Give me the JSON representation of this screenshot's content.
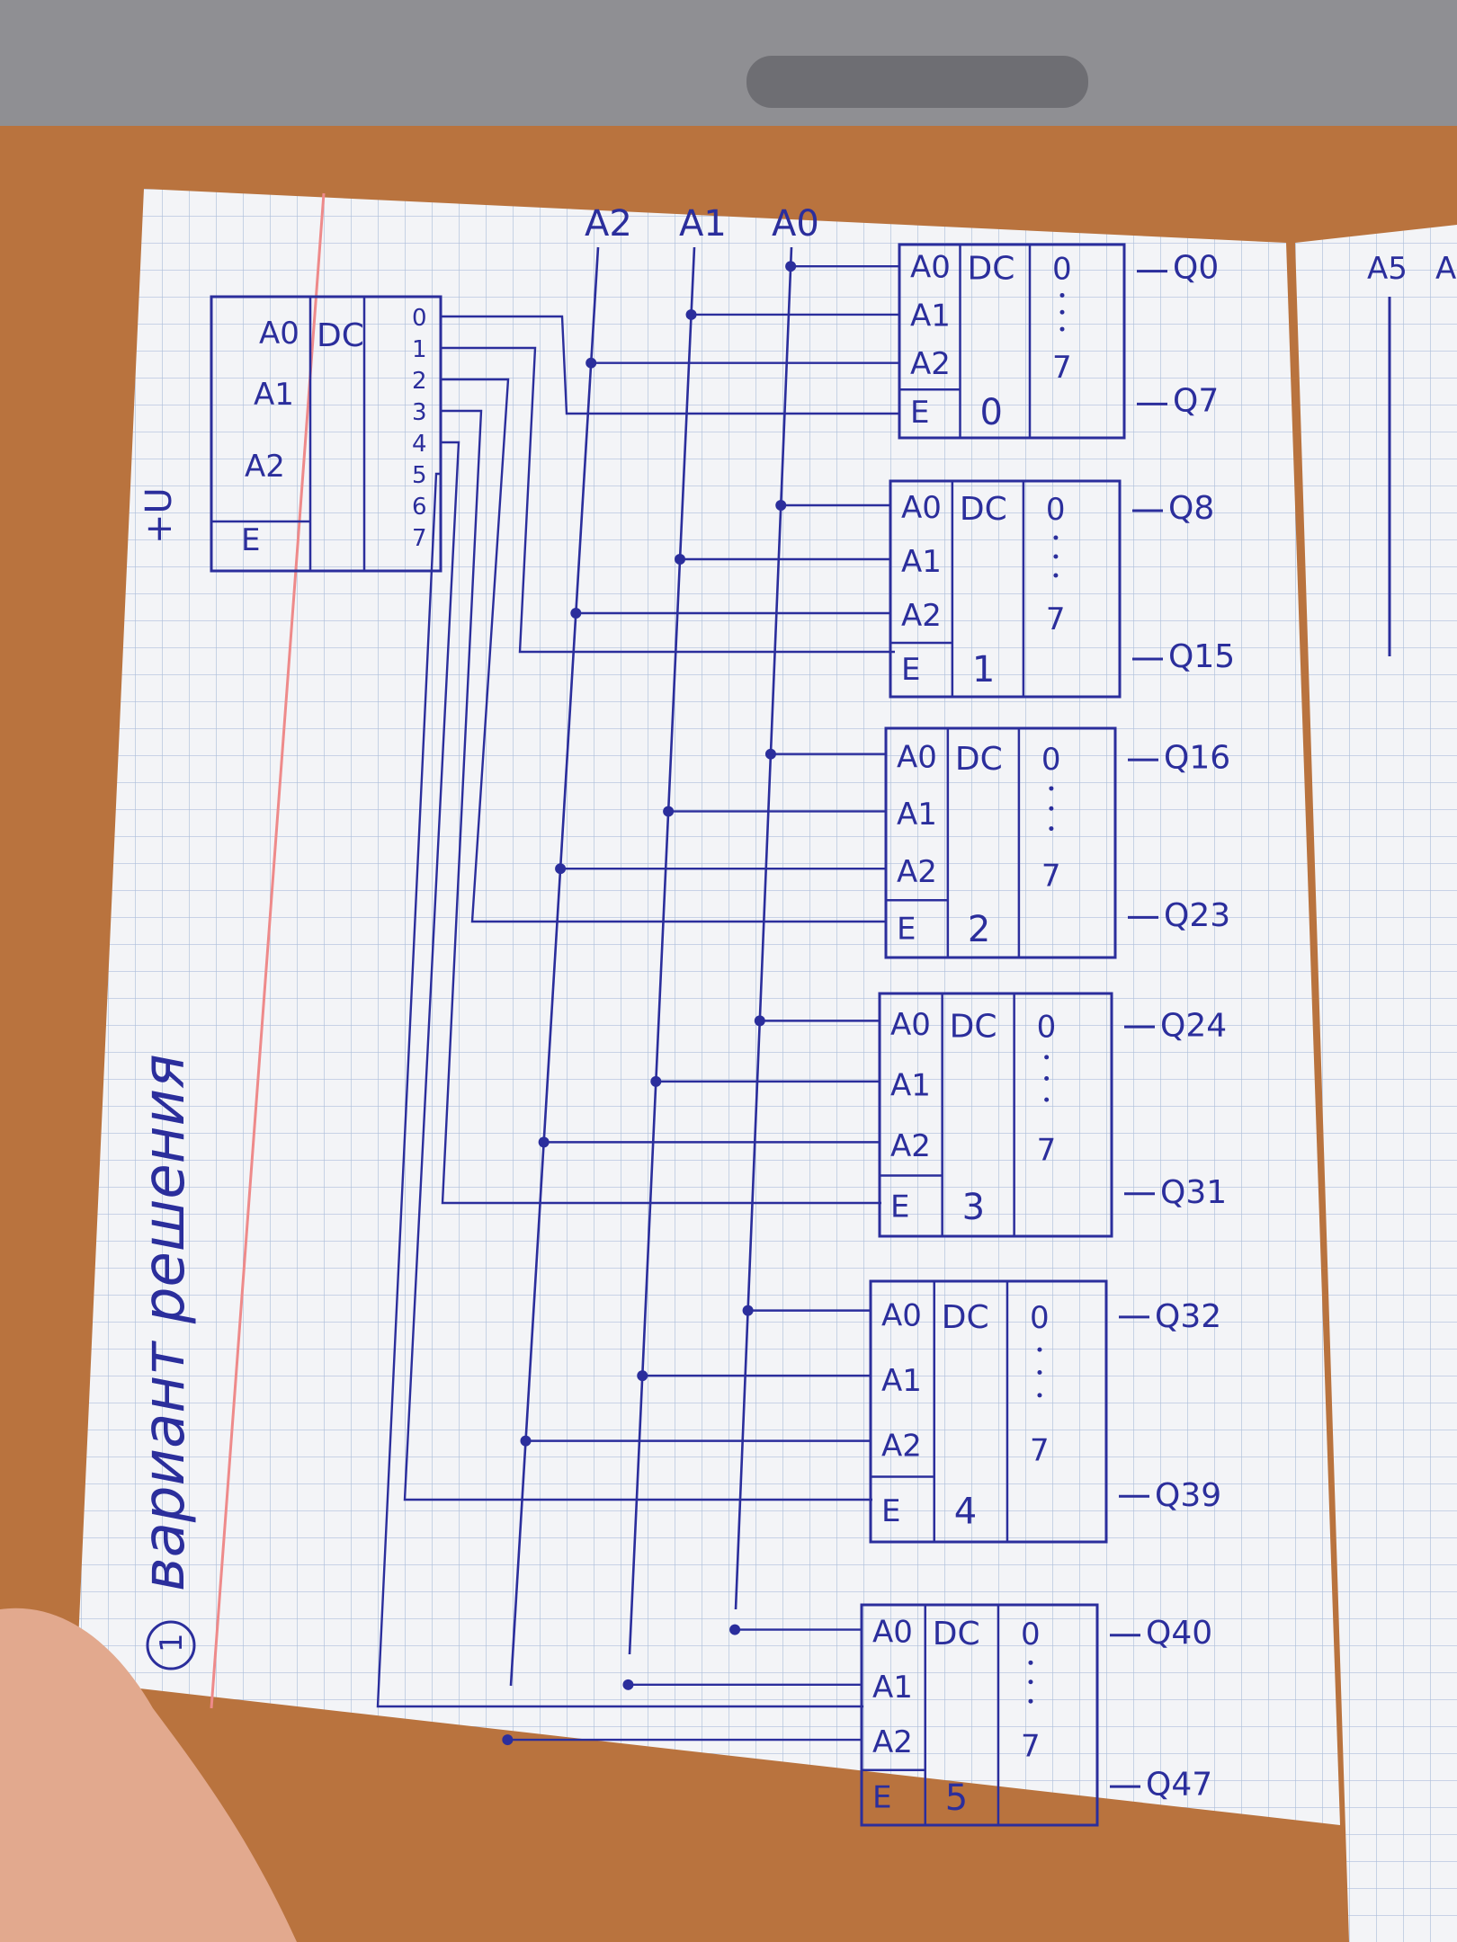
{
  "caption": {
    "number": "1",
    "text": "вариант решения"
  },
  "bus_labels": [
    "A2",
    "A1",
    "A0"
  ],
  "supply_label": "+U",
  "master_decoder": {
    "title": "DC",
    "inputs": [
      "A0",
      "A1",
      "A2",
      "E"
    ],
    "outputs": [
      "0",
      "1",
      "2",
      "3",
      "4",
      "5",
      "6",
      "7"
    ]
  },
  "decoders": [
    {
      "index": "0",
      "title": "DC",
      "inputs": [
        "A0",
        "A1",
        "A2",
        "E"
      ],
      "out_first": "0",
      "out_last": "7",
      "q_first": "Q0",
      "q_last": "Q7"
    },
    {
      "index": "1",
      "title": "DC",
      "inputs": [
        "A0",
        "A1",
        "A2",
        "E"
      ],
      "out_first": "0",
      "out_last": "7",
      "q_first": "Q8",
      "q_last": "Q15"
    },
    {
      "index": "2",
      "title": "DC",
      "inputs": [
        "A0",
        "A1",
        "A2",
        "E"
      ],
      "out_first": "0",
      "out_last": "7",
      "q_first": "Q16",
      "q_last": "Q23"
    },
    {
      "index": "3",
      "title": "DC",
      "inputs": [
        "A0",
        "A1",
        "A2",
        "E"
      ],
      "out_first": "0",
      "out_last": "7",
      "q_first": "Q24",
      "q_last": "Q31"
    },
    {
      "index": "4",
      "title": "DC",
      "inputs": [
        "A0",
        "A1",
        "A2",
        "E"
      ],
      "out_first": "0",
      "out_last": "7",
      "q_first": "Q32",
      "q_last": "Q39"
    },
    {
      "index": "5",
      "title": "DC",
      "inputs": [
        "A0",
        "A1",
        "A2",
        "E"
      ],
      "out_first": "0",
      "out_last": "7",
      "q_first": "Q40",
      "q_last": "Q47"
    }
  ],
  "right_page_fragments": [
    "A5",
    "A"
  ],
  "colors": {
    "ink": "#2b2e9c",
    "paper": "#f3f4f7",
    "grid": "#aebfdb",
    "margin_line": "#ee8a8a",
    "desk": "#b9733e"
  }
}
